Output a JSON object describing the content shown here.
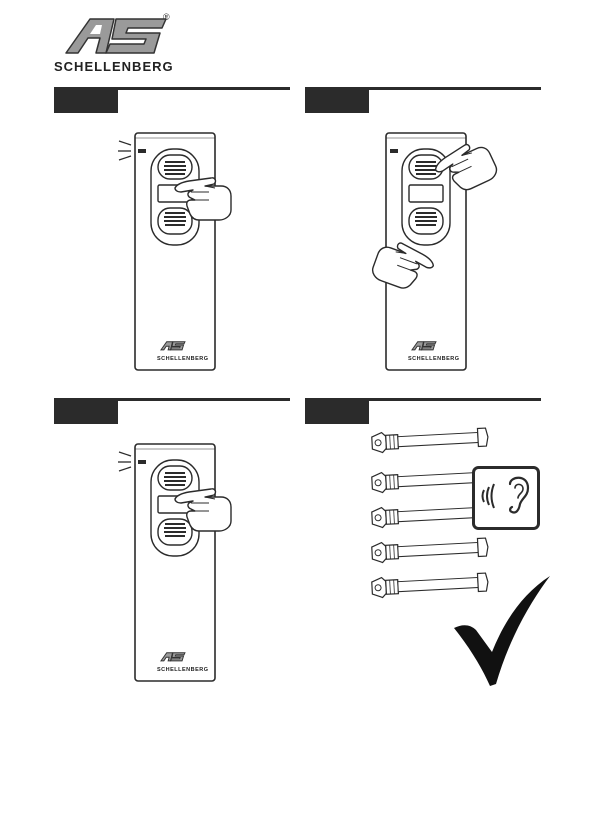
{
  "brand": {
    "name": "SCHELLENBERG",
    "registered_mark": "®",
    "remote_label": "SCHELLENBERG"
  },
  "steps": [
    {
      "id": 1,
      "action": "press-stop-button",
      "led": "blinking"
    },
    {
      "id": 2,
      "action": "press-up-and-down-buttons-together",
      "led": "on"
    },
    {
      "id": 3,
      "action": "press-stop-button",
      "led": "blinking"
    },
    {
      "id": 4,
      "action": "motors-respond-acoustic-signal",
      "motor_count": 5,
      "result": "success"
    }
  ],
  "icons": {
    "logo": "schellenberg-logo-icon",
    "hand": "pointing-hand-icon",
    "ear": "ear-sound-icon",
    "check": "checkmark-icon",
    "motor": "tubular-motor-icon",
    "led": "led-blink-icon"
  },
  "colors": {
    "ink": "#2b2b2b",
    "logo_gray": "#9a9a9a",
    "paper": "#ffffff"
  }
}
